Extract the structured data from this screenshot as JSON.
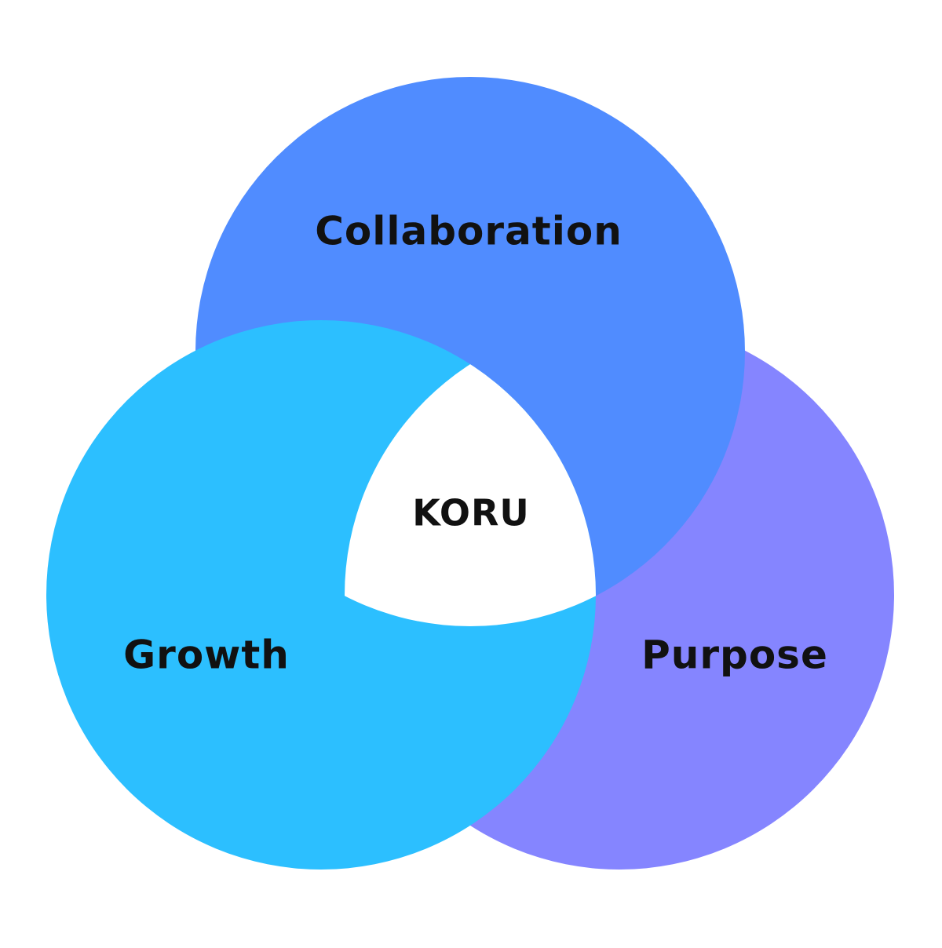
{
  "diagram": {
    "type": "venn",
    "sets": [
      {
        "id": "collaboration",
        "label": "Collaboration",
        "color": "#508CFF"
      },
      {
        "id": "growth",
        "label": "Growth",
        "color": "#2CBFFF"
      },
      {
        "id": "purpose",
        "label": "Purpose",
        "color": "#8585FF"
      }
    ],
    "center": {
      "label": "KORU",
      "color": "#FFFFFF"
    }
  }
}
